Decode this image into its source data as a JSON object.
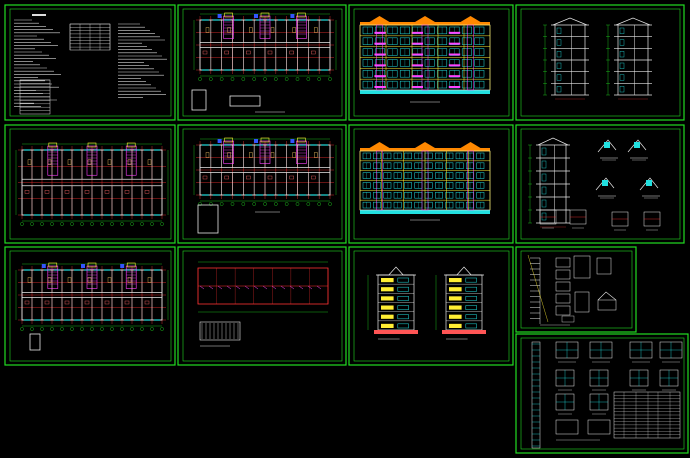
{
  "viewer": {
    "background": "#000000",
    "frame_color": "#22dd22"
  },
  "sheets": [
    {
      "id": "s1",
      "kind": "design-notes"
    },
    {
      "id": "s2",
      "kind": "floor-plan"
    },
    {
      "id": "s3",
      "kind": "front-elevation"
    },
    {
      "id": "s4",
      "kind": "sections"
    },
    {
      "id": "s5",
      "kind": "floor-plan"
    },
    {
      "id": "s6",
      "kind": "floor-plan"
    },
    {
      "id": "s7",
      "kind": "rear-elevation"
    },
    {
      "id": "s8",
      "kind": "section-and-details"
    },
    {
      "id": "s9",
      "kind": "floor-plan"
    },
    {
      "id": "s10",
      "kind": "roof-plan"
    },
    {
      "id": "s11",
      "kind": "side-elevations"
    },
    {
      "id": "s12",
      "kind": "stair-details"
    },
    {
      "id": "s13",
      "kind": "door-window-schedule"
    }
  ],
  "colors": {
    "wall": "#e8e8e8",
    "axis": "#ff3333",
    "window": "#22e0e0",
    "stair": "#ff44ff",
    "facade_yellow": "#ffee33",
    "roof_orange": "#ff8800",
    "door_blue": "#3355ff"
  }
}
